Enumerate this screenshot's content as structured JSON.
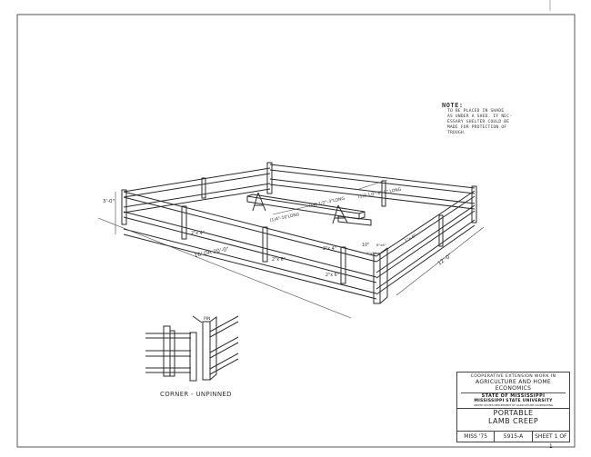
{
  "note": {
    "heading": "NOTE:",
    "lines": [
      "TO BE PLACED IN SHADE",
      "AS UNDER A SHED. IF NEC-",
      "ESSARY SHELTER COULD BE",
      "MADE FOR PROTECTION OF",
      "TROUGH."
    ]
  },
  "dimensions": {
    "height": "3'-0\"",
    "length": "16' OR 20'-0\"",
    "width": "12'-0\"",
    "trough_long": "(1)3 1/2\"-3\"LONG",
    "trough_right": "(1)3 1/2\"-6\"-0\" LONG",
    "trough_left": "(1)4\"-10'LONG",
    "board_a": "2\"x 4\"",
    "board_b": "2\"x 4\"",
    "board_c": "2\"x 6\"",
    "board_d": "2\"x 6\"",
    "board_e": "1\"x 6\"",
    "gap": "10\"",
    "post": "6\"x6\"",
    "slat": "2\"x6\""
  },
  "detail": {
    "caption": "CORNER - UNPINNED",
    "pin_label": "PIN"
  },
  "title_block": {
    "line1": "COOPERATIVE EXTENSION WORK IN",
    "line2": "AGRICULTURE AND HOME ECONOMICS",
    "line3": "STATE OF MISSISSIPPI",
    "line4": "MISSISSIPPI STATE UNIVERSITY",
    "line5": "UNITED STATES DEPARTMENT OF AGRICULTURE COOPERATING",
    "title1": "PORTABLE",
    "title2": "LAMB CREEP",
    "misc": "MISS '75",
    "number": "5915-A",
    "sheet": "SHEET 1 OF 1"
  }
}
